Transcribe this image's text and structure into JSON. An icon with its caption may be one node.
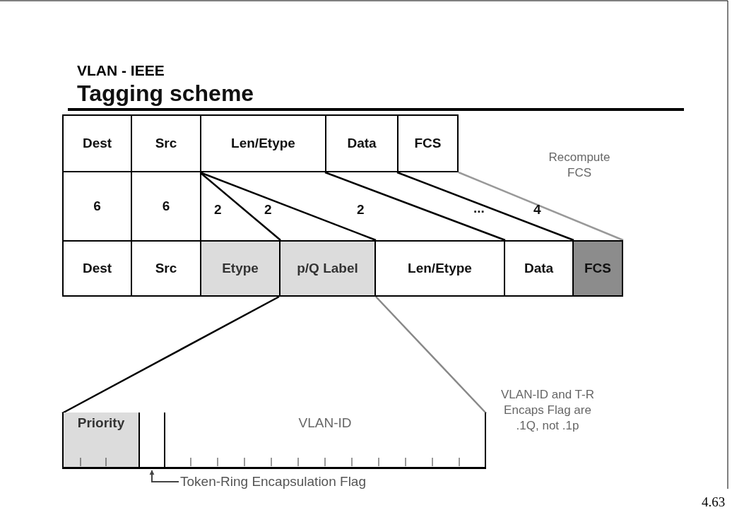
{
  "diagram": {
    "title": "Tagging scheme",
    "nodes": [
      {
        "text": [
          "Dest"
        ]
      },
      {
        "text": [
          "Src"
        ]
      },
      {
        "text": [
          "Len/Etype"
        ]
      },
      {
        "text": [
          "Data"
        ]
      },
      {
        "text": [
          "FCS"
        ]
      },
      {
        "text": [
          "6"
        ]
      },
      {
        "text": [
          "6"
        ]
      },
      {
        "text": [
          "Dest"
        ]
      },
      {
        "text": [
          "Src"
        ]
      },
      {
        "text": [
          "Etype"
        ]
      },
      {
        "text": [
          "p/Q Label"
        ]
      },
      {
        "text": [
          "Len/Etype"
        ]
      },
      {
        "text": [
          "Data"
        ]
      },
      {
        "text": [
          "FCS"
        ]
      },
      {
        "text": [],
        "shape": "box"
      },
      {
        "text": [
          "Priority"
        ],
        "in": 14
      },
      {
        "text": [],
        "shape": "box",
        "in": 14
      },
      {
        "text": [
          "VLAN-ID"
        ],
        "in": 14
      },
      {
        "text": [
          "Token-Ring Encapsulation Flag"
        ]
      }
    ],
    "edges": [
      {
        "from": 2,
        "to": 9,
        "arrow": "none"
      },
      {
        "from": 2,
        "to": 10,
        "arrow": "none"
      },
      {
        "from": 3,
        "to": 11,
        "arrow": "none"
      },
      {
        "from": 4,
        "to": 12,
        "arrow": "none"
      },
      {
        "from": 4,
        "to": 13,
        "arrow": "none",
        "color": "#999999"
      },
      {
        "from": 10,
        "to": 14,
        "arrow": "none"
      },
      {
        "from": 10,
        "to": 14,
        "arrow": "none",
        "color": "#888888"
      },
      {
        "from": 18,
        "to": 16,
        "arrow": "to"
      }
    ],
    "labels": [
      "VLAN - IEEE",
      "Recompute FCS",
      "2",
      "2",
      "2",
      "...",
      "4",
      "VLAN-ID and T-R Encaps Flag are .1Q, not .1p",
      "4.63"
    ]
  }
}
